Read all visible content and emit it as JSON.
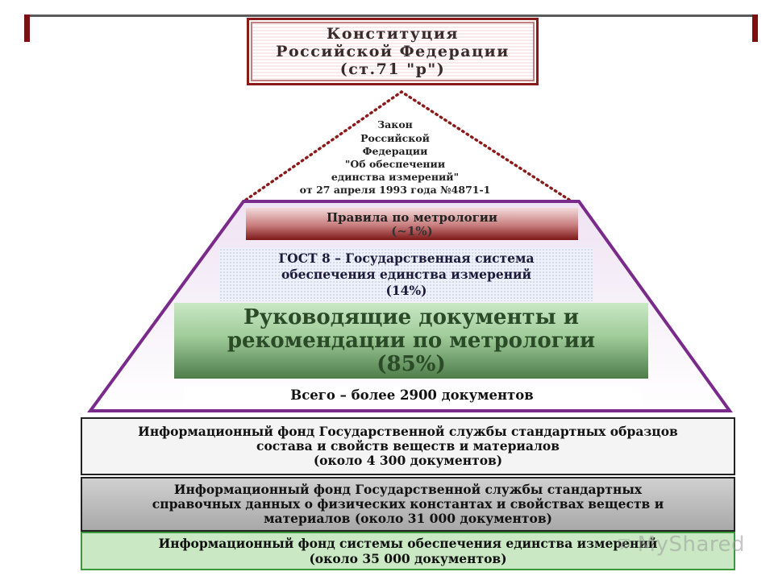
{
  "constitution": {
    "lines": [
      "Конституция",
      "Российской Федерации",
      "(ст.71 \"р\")"
    ]
  },
  "law": {
    "lines": [
      "Закон",
      "Российской",
      "Федерации",
      "\"Об обеспечении",
      "единства измерений\"",
      "от 27 апреля 1993 года №4871-1"
    ]
  },
  "metrology_rules": {
    "label": "Правила по метрологии",
    "share": "(~1%)"
  },
  "gost": {
    "lines": [
      "ГОСТ 8 – Государственная система",
      "обеспечения единства измерений",
      "(14%)"
    ]
  },
  "guidance": {
    "lines": [
      "Руководящие документы и",
      "рекомендации по метрологии",
      "(85%)"
    ]
  },
  "total": {
    "label": "Всего – более 2900 документов"
  },
  "funds": [
    {
      "lines": [
        "Информационный фонд  Государственной службы стандартных образцов",
        "состава и свойств веществ и материалов",
        "(около 4 300 документов)"
      ]
    },
    {
      "lines": [
        "Информационный фонд Государственной службы стандартных",
        "справочных данных о физических константах и свойствах веществ и",
        "материалов (около 31 000 документов)"
      ]
    },
    {
      "lines": [
        "Информационный фонд системы обеспечения единства измерений",
        "(около 35 000 документов)"
      ]
    }
  ],
  "watermark": {
    "text": "MyShared"
  },
  "colors": {
    "frame_red": "#8b1a1a",
    "pyramid_purple": "#7a2a8a",
    "fund_green_border": "#3a9a3a"
  }
}
